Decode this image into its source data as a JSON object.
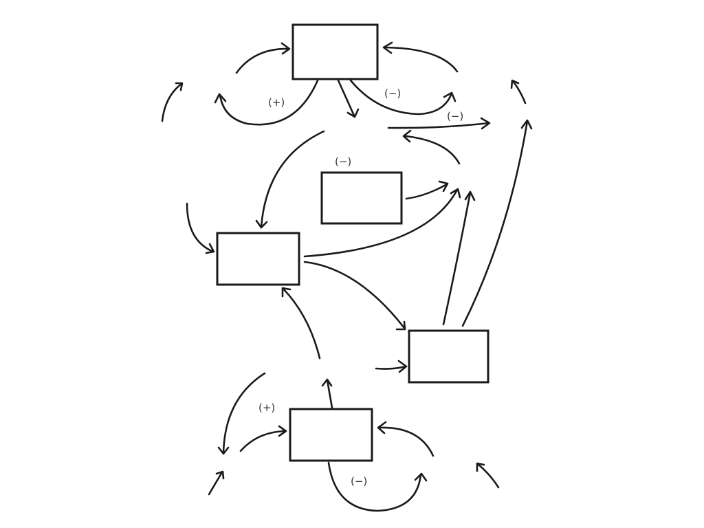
{
  "diagram": {
    "title": "",
    "style": "hand-drawn causal loop diagram",
    "boxes": [
      {
        "id": "box-top",
        "label": ""
      },
      {
        "id": "box-middle",
        "label": ""
      },
      {
        "id": "box-left",
        "label": ""
      },
      {
        "id": "box-right",
        "label": ""
      },
      {
        "id": "box-bottom",
        "label": ""
      }
    ],
    "polarity_labels": [
      {
        "id": "top-left-loop",
        "text": "(+)"
      },
      {
        "id": "top-right-loop",
        "text": "(−)"
      },
      {
        "id": "top-right-flow",
        "text": "(−)"
      },
      {
        "id": "middle-box",
        "text": "(−)"
      },
      {
        "id": "bottom-left-loop",
        "text": "(+)"
      },
      {
        "id": "bottom-loop",
        "text": "(−)"
      }
    ],
    "colors": {
      "stroke": "#1a1a1a",
      "background": "#ffffff"
    }
  }
}
